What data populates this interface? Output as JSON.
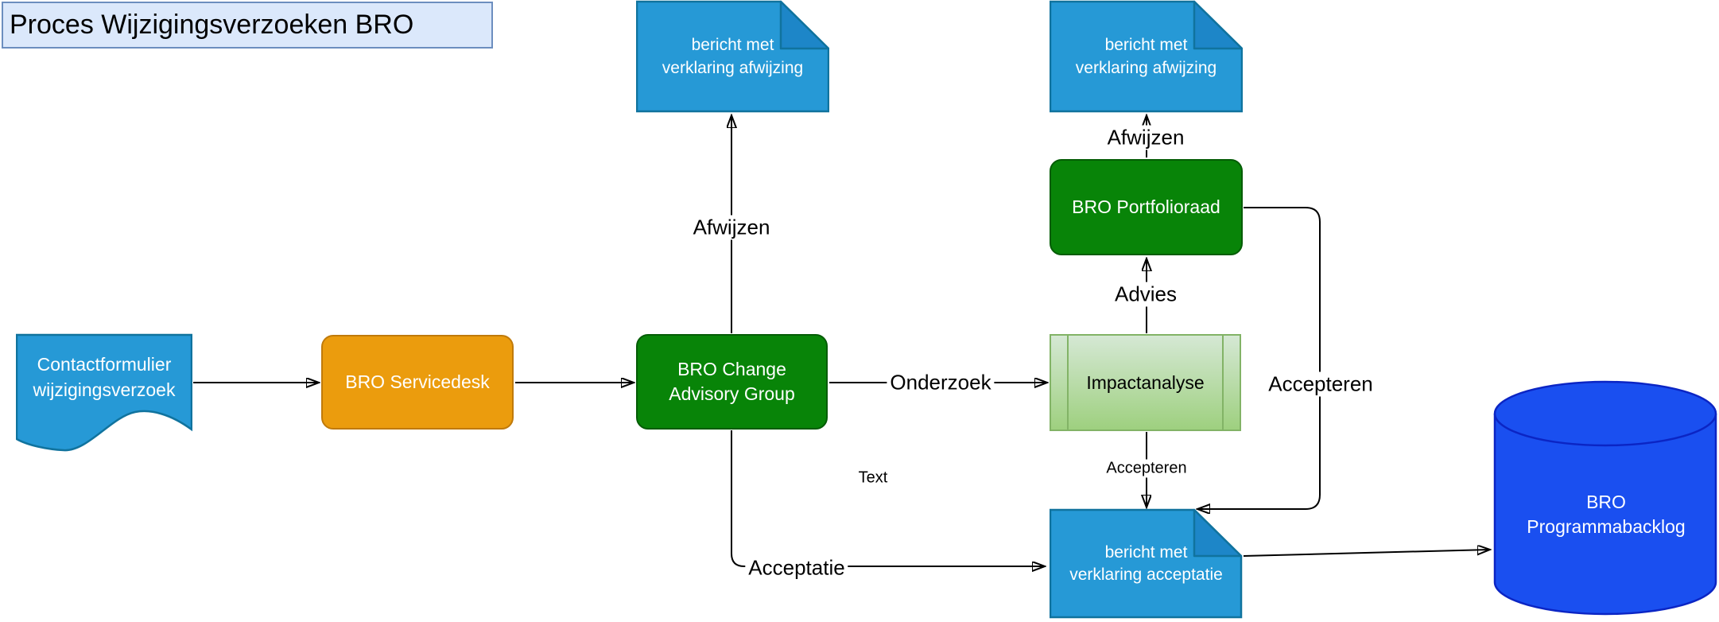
{
  "title": "Proces Wijzigingsverzoeken BRO",
  "nodes": {
    "contact_form": {
      "lines": [
        "Contactformulier",
        "wijzigingsverzoek"
      ]
    },
    "servicedesk": {
      "label": "BRO Servicedesk"
    },
    "change_advisory_group": {
      "lines": [
        "BRO Change",
        "Advisory Group"
      ]
    },
    "rejection_note_cag": {
      "lines": [
        "bericht met",
        "verklaring afwijzing"
      ]
    },
    "rejection_note_portfolio": {
      "lines": [
        "bericht met",
        "verklaring afwijzing"
      ]
    },
    "portfolio_board": {
      "label": "BRO Portfolioraad"
    },
    "impact_analysis": {
      "label": "Impactanalyse"
    },
    "acceptance_note": {
      "lines": [
        "bericht met",
        "verklaring acceptatie"
      ]
    },
    "program_backlog": {
      "lines": [
        "BRO",
        "Programmabacklog"
      ]
    }
  },
  "edge_labels": {
    "afwijzen_cag": "Afwijzen",
    "afwijzen_portfolio": "Afwijzen",
    "advies": "Advies",
    "onderzoek": "Onderzoek",
    "accepteren_portfolio": "Accepteren",
    "accepteren_impact": "Accepteren",
    "acceptatie": "Acceptatie",
    "text_note": "Text"
  },
  "colors": {
    "note_fill": "#2699d6",
    "note_fold": "#1d86c8",
    "note_stroke": "#10739e",
    "orange_fill": "#eb9c0d",
    "orange_stroke": "#c07a0a",
    "green_fill": "#088408",
    "green_stroke": "#045c05",
    "process_fill_top": "#d5e8d4",
    "process_fill_bottom": "#9ed07f",
    "process_stroke": "#82b366",
    "cylinder_fill": "#1a4ff0",
    "cylinder_stroke": "#0b25c4",
    "title_fill": "#dbe8fb",
    "title_stroke": "#6c8ebf",
    "edge_color": "#000000"
  }
}
